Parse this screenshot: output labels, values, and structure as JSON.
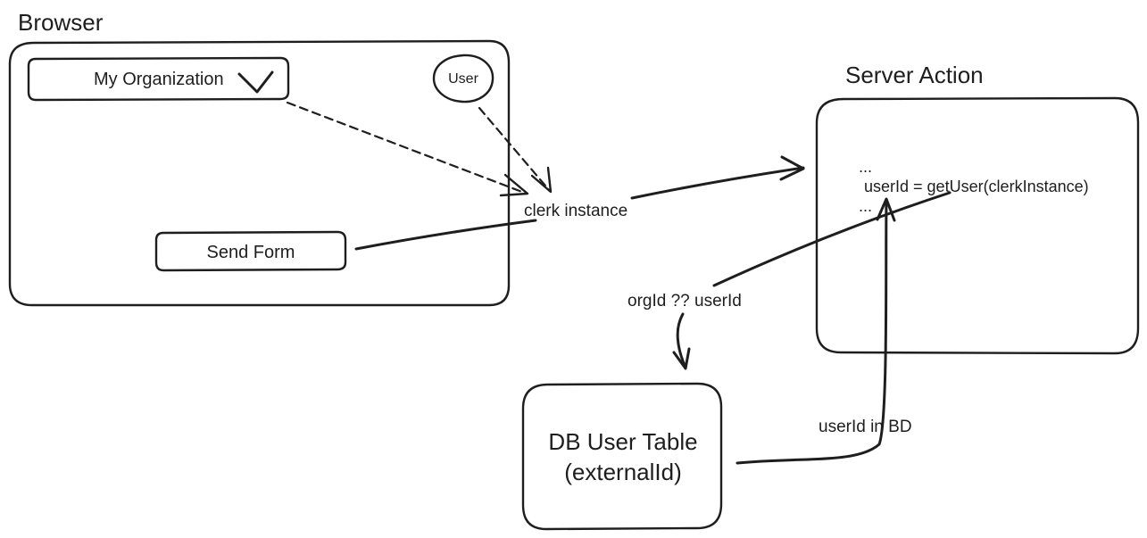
{
  "browser": {
    "title": "Browser",
    "org_dropdown": {
      "label": "My Organization"
    },
    "user_avatar": {
      "label": "User"
    },
    "send_button": {
      "label": "Send Form"
    }
  },
  "connector_labels": {
    "clerk_instance": "clerk instance",
    "org_or_user": "orgId ?? userId",
    "user_in_db": "userId in BD"
  },
  "server_action": {
    "title": "Server Action",
    "code_lines": [
      "...",
      "userId = getUser(clerkInstance)",
      "..."
    ]
  },
  "db_table": {
    "line1": "DB User Table",
    "line2": "(externalId)"
  }
}
